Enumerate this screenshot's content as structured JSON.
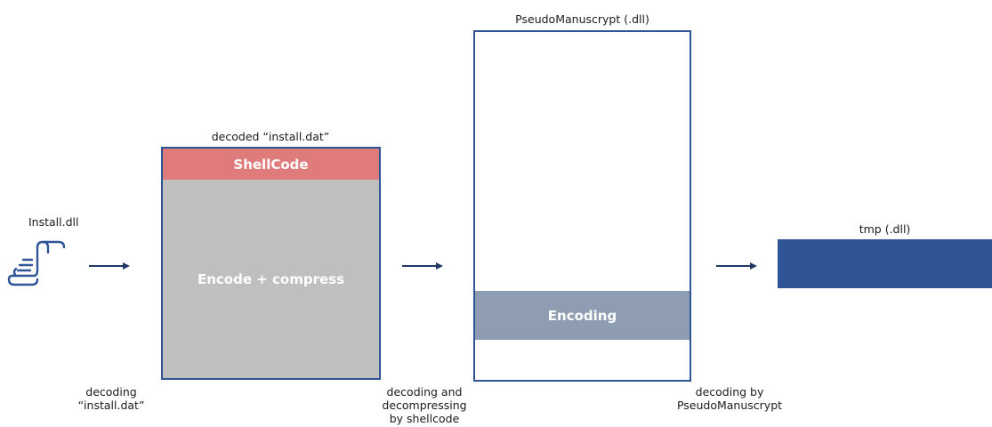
{
  "install_dll": {
    "label": "Install.dll",
    "icon": "script-scroll-icon"
  },
  "decoded_install": {
    "label": "decoded “install.dat”",
    "shellcode": "ShellCode",
    "body": "Encode + compress"
  },
  "pseudo": {
    "label": "PseudoManuscrypt (.dll)",
    "encoding": "Encoding"
  },
  "tmp": {
    "label": "tmp (.dll)"
  },
  "steps": [
    {
      "line1": "decoding",
      "line2": "“install.dat”",
      "line3": ""
    },
    {
      "line1": "decoding and",
      "line2": "decompressing",
      "line3": "by shellcode"
    },
    {
      "line1": "decoding by",
      "line2": "PseudoManuscrypt",
      "line3": ""
    }
  ],
  "colors": {
    "outline": "#2f5597",
    "shellcode": "#df7b7b",
    "gray_block": "#bfbfbf",
    "encoding": "#8f9db3",
    "tmp_block": "#2f5597",
    "arrow": "#1f3864"
  }
}
